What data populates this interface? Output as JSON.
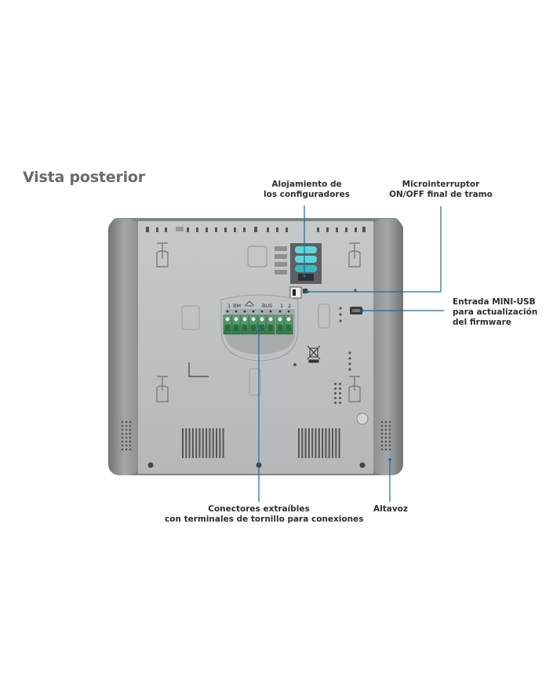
{
  "title": "Vista posterior",
  "callouts": {
    "configurators": {
      "lines": [
        "Alojamiento de",
        "los configuradores"
      ]
    },
    "microswitch": {
      "lines": [
        "Microinterruptor",
        "ON/OFF final de tramo"
      ]
    },
    "usb": {
      "lines": [
        "Entrada MINI-USB",
        "para actualización",
        "del firmware"
      ]
    },
    "connectors": {
      "lines": [
        "Conectores extraíbles",
        "con terminales de tornillo para conexiones"
      ]
    },
    "speaker": {
      "lines": [
        "Altavoz"
      ]
    }
  },
  "terminal_labels": {
    "group1_num": "1",
    "group1_bm": "BM",
    "group2": "BUS",
    "group3_a": "1",
    "group3_b": "2"
  },
  "colors": {
    "accent_line": "#1a6aa8",
    "device_body": "#8e9293",
    "terminal_green": "#3f8f5a",
    "configurator_cyan": "#5fd6dc"
  }
}
